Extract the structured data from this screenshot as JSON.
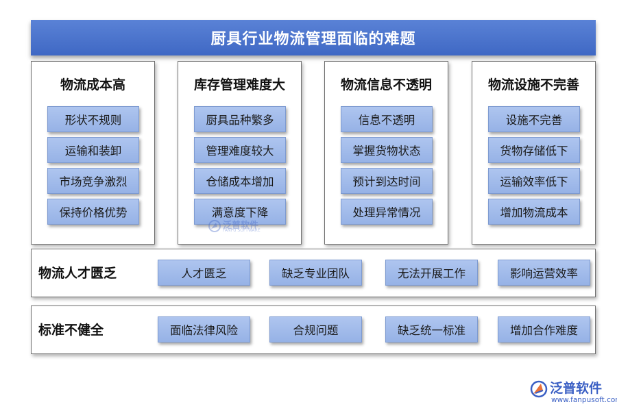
{
  "title": "厨具行业物流管理面临的难题",
  "columns": [
    {
      "title": "物流成本高",
      "items": [
        "形状不规则",
        "运输和装卸",
        "市场竞争激烈",
        "保持价格优势"
      ]
    },
    {
      "title": "库存管理难度大",
      "items": [
        "厨具品种繁多",
        "管理难度较大",
        "仓储成本增加",
        "满意度下降"
      ]
    },
    {
      "title": "物流信息不透明",
      "items": [
        "信息不透明",
        "掌握货物状态",
        "预计到达时间",
        "处理异常情况"
      ]
    },
    {
      "title": "物流设施不完善",
      "items": [
        "设施不完善",
        "货物存储低下",
        "运输效率低下",
        "增加物流成本"
      ]
    }
  ],
  "rows": [
    {
      "title": "物流人才匮乏",
      "items": [
        "人才匮乏",
        "缺乏专业团队",
        "无法开展工作",
        "影响运营效率"
      ]
    },
    {
      "title": "标准不健全",
      "items": [
        "面临法律风险",
        "合规问题",
        "缺乏统一标准",
        "增加合作难度"
      ]
    }
  ],
  "logo": {
    "name": "泛普软件",
    "url": "www.fanpusoft.com",
    "icon": "fanpu-logo-icon"
  },
  "watermark": {
    "name": "泛普软件",
    "sub": "FANPU SOFTWARE"
  },
  "colors": {
    "title_bg": "#4a73cc",
    "chip_bg": "#a3bdeb",
    "brand": "#3a5fc4"
  }
}
